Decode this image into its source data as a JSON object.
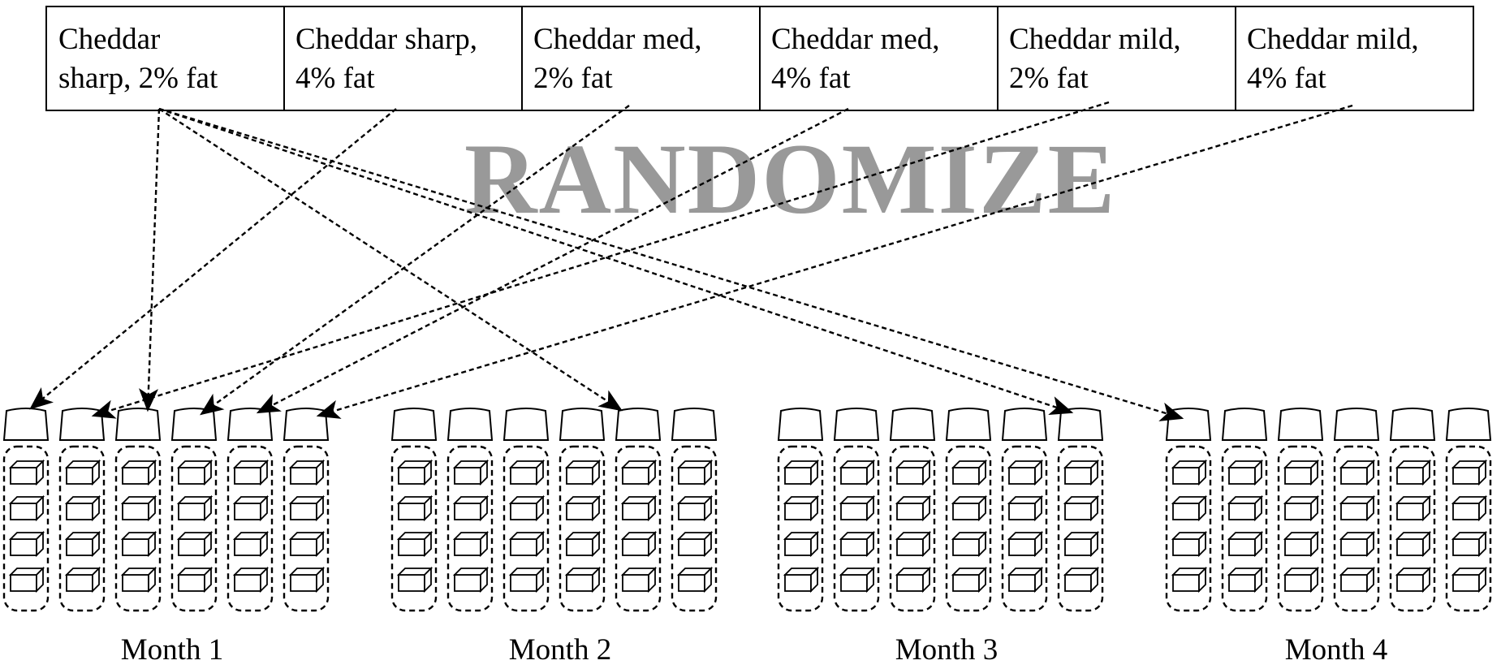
{
  "header": {
    "cells": [
      {
        "line1": "Cheddar",
        "line2": "sharp, 2% fat"
      },
      {
        "line1": "Cheddar sharp,",
        "line2": "4% fat"
      },
      {
        "line1": "Cheddar med,",
        "line2": "2% fat"
      },
      {
        "line1": "Cheddar med,",
        "line2": "4% fat"
      },
      {
        "line1": "Cheddar mild,",
        "line2": "2% fat"
      },
      {
        "line1": "Cheddar mild,",
        "line2": "4% fat"
      }
    ]
  },
  "stamp": {
    "text": "RANDOMIZE",
    "color": "#999999"
  },
  "months": [
    {
      "label": "Month 1"
    },
    {
      "label": "Month 2"
    },
    {
      "label": "Month 3"
    },
    {
      "label": "Month 4"
    }
  ],
  "samples_per_tray": 4,
  "trays_per_month": 6
}
